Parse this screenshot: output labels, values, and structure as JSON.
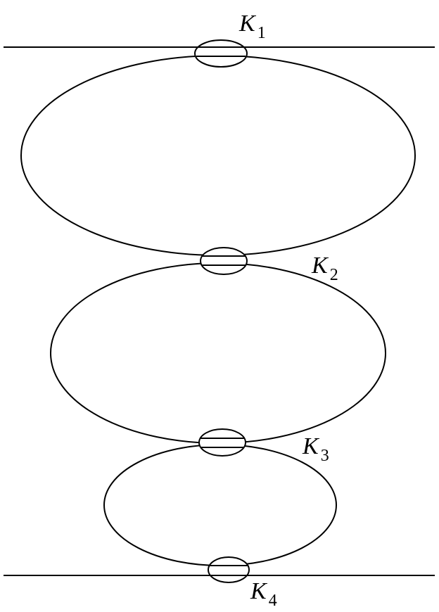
{
  "figure": {
    "line_color": "#000000",
    "background": "#ffffff",
    "couplers": [
      {
        "letter": "K",
        "index": "1"
      },
      {
        "letter": "K",
        "index": "2"
      },
      {
        "letter": "K",
        "index": "3"
      },
      {
        "letter": "K",
        "index": "4"
      }
    ]
  }
}
